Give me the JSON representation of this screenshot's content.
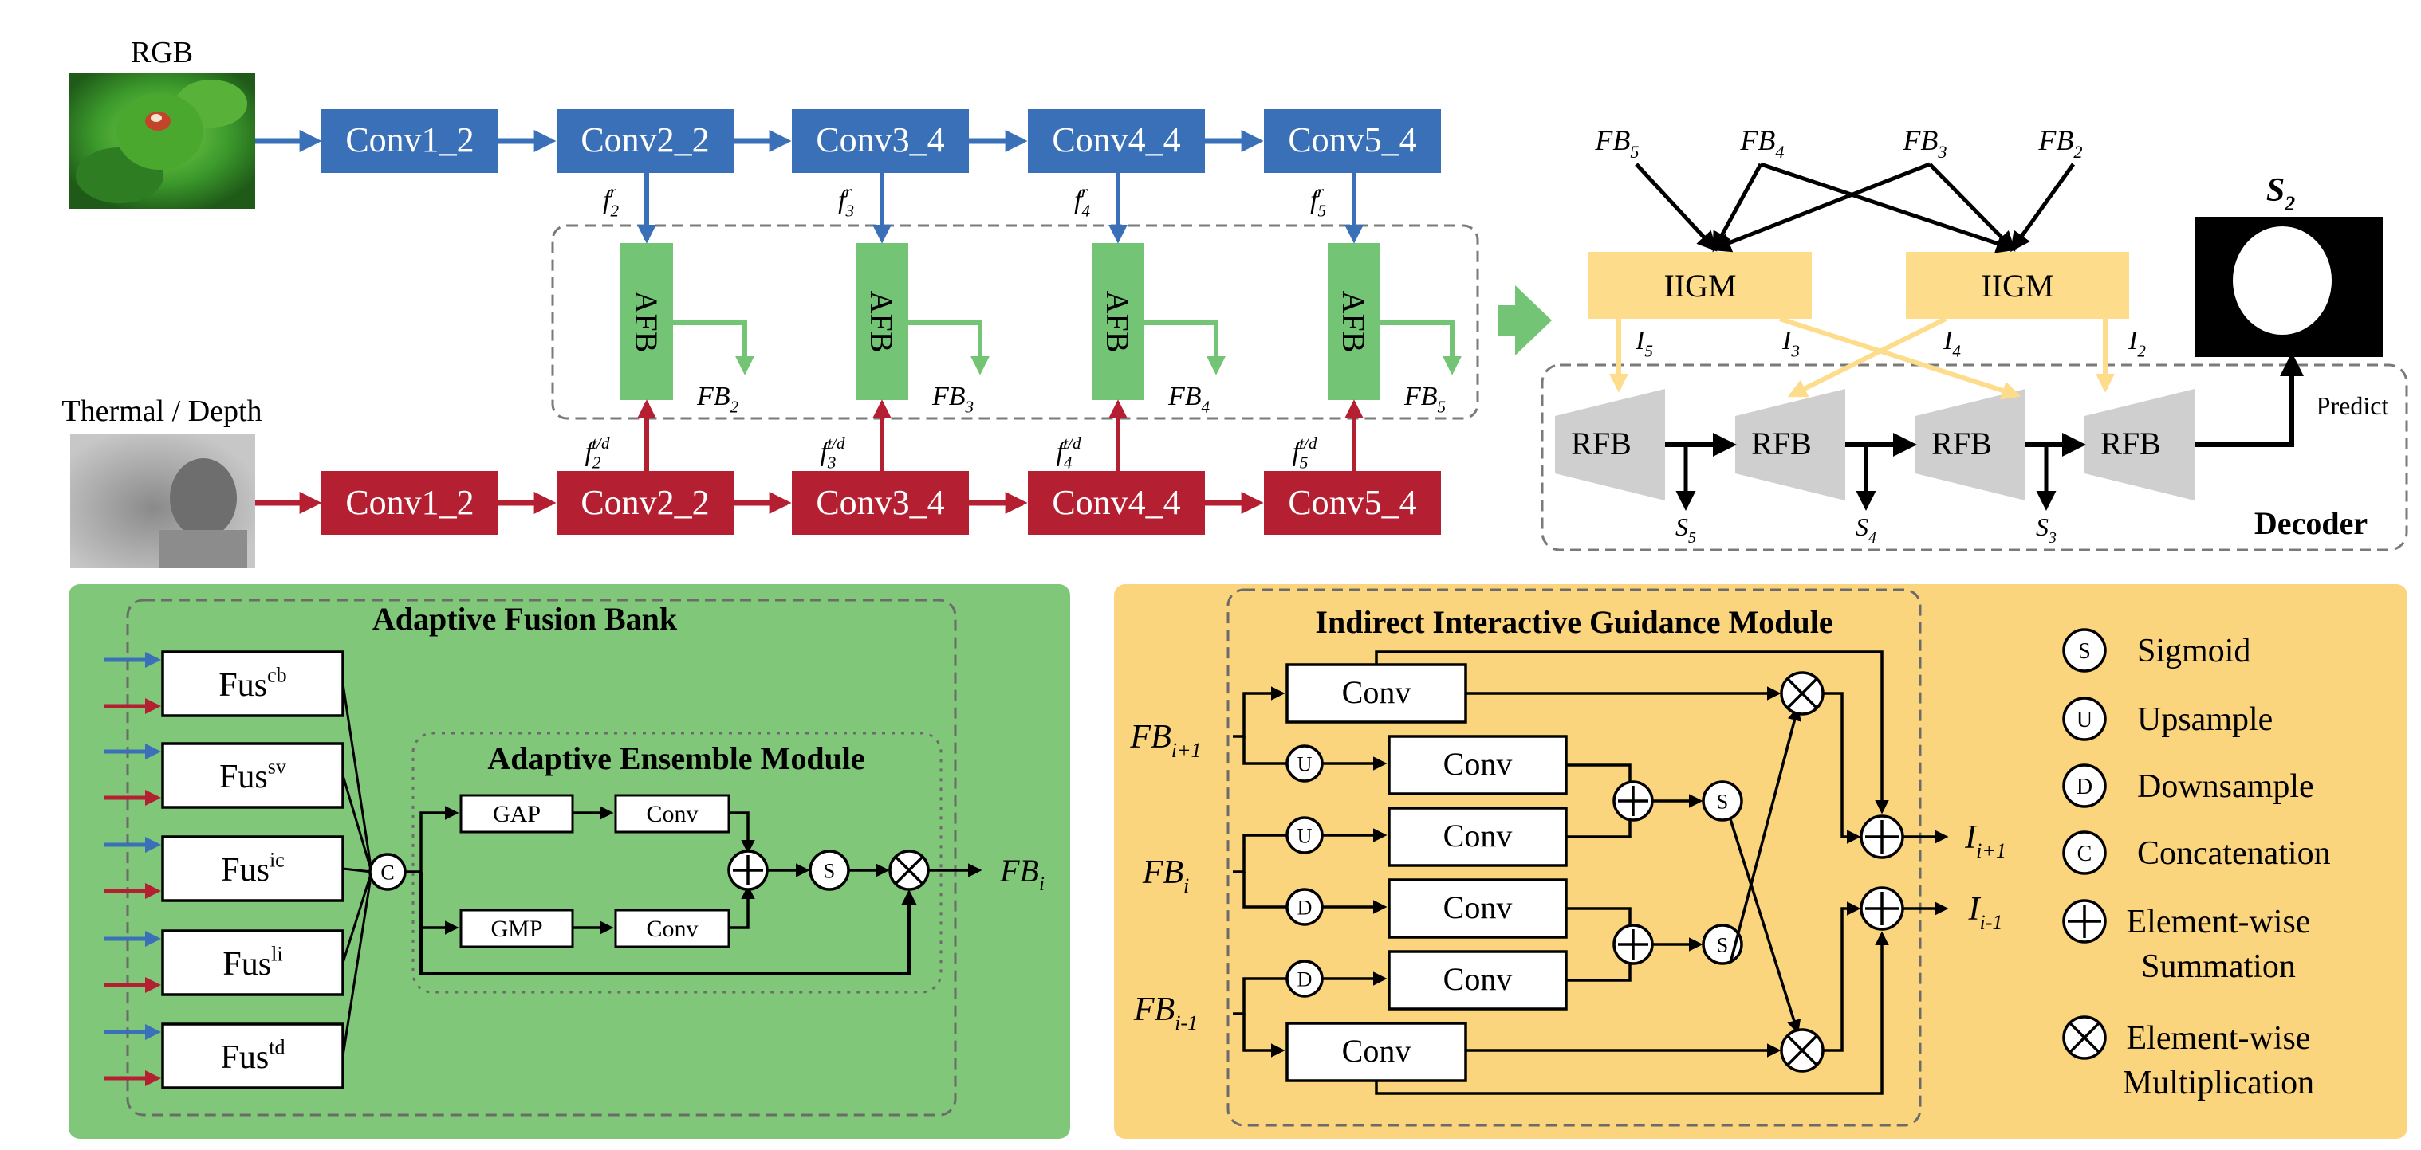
{
  "inputs": {
    "rgb_label": "RGB",
    "thermal_label": "Thermal / Depth"
  },
  "encoder": {
    "rgb_blocks": [
      "Conv1_2",
      "Conv2_2",
      "Conv3_4",
      "Conv4_4",
      "Conv5_4"
    ],
    "td_blocks": [
      "Conv1_2",
      "Conv2_2",
      "Conv3_4",
      "Conv4_4",
      "Conv5_4"
    ],
    "afb_label": "AFB",
    "rgb_features": [
      {
        "base": "f",
        "sub": "2",
        "sup": "r"
      },
      {
        "base": "f",
        "sub": "3",
        "sup": "r"
      },
      {
        "base": "f",
        "sub": "4",
        "sup": "r"
      },
      {
        "base": "f",
        "sub": "5",
        "sup": "r"
      }
    ],
    "td_features": [
      {
        "base": "f",
        "sub": "2",
        "sup": "t/d"
      },
      {
        "base": "f",
        "sub": "3",
        "sup": "t/d"
      },
      {
        "base": "f",
        "sub": "4",
        "sup": "t/d"
      },
      {
        "base": "f",
        "sub": "5",
        "sup": "t/d"
      }
    ],
    "fb_outputs": [
      {
        "base": "FB",
        "sub": "2"
      },
      {
        "base": "FB",
        "sub": "3"
      },
      {
        "base": "FB",
        "sub": "4"
      },
      {
        "base": "FB",
        "sub": "5"
      }
    ]
  },
  "decoder": {
    "fb_inputs": [
      {
        "base": "FB",
        "sub": "5"
      },
      {
        "base": "FB",
        "sub": "4"
      },
      {
        "base": "FB",
        "sub": "3"
      },
      {
        "base": "FB",
        "sub": "2"
      }
    ],
    "iigm_label": "IIGM",
    "i_labels": [
      {
        "base": "I",
        "sub": "5"
      },
      {
        "base": "I",
        "sub": "3"
      },
      {
        "base": "I",
        "sub": "4"
      },
      {
        "base": "I",
        "sub": "2"
      }
    ],
    "rfb_label": "RFB",
    "s_labels": [
      {
        "base": "S",
        "sub": "5"
      },
      {
        "base": "S",
        "sub": "4"
      },
      {
        "base": "S",
        "sub": "3"
      }
    ],
    "final_output": {
      "base": "S",
      "sub": "2"
    },
    "predict_label": "Predict",
    "title": "Decoder"
  },
  "afb_panel": {
    "title": "Adaptive Fusion Bank",
    "fusions": [
      {
        "base": "Fus",
        "sup": "cb"
      },
      {
        "base": "Fus",
        "sup": "sv"
      },
      {
        "base": "Fus",
        "sup": "ic"
      },
      {
        "base": "Fus",
        "sup": "li"
      },
      {
        "base": "Fus",
        "sup": "td"
      }
    ],
    "concat_symbol": "C",
    "aem_title": "Adaptive Ensemble Module",
    "gap_label": "GAP",
    "gmp_label": "GMP",
    "conv_label": "Conv",
    "sigmoid_symbol": "S",
    "output": {
      "base": "FB",
      "sub": "i"
    }
  },
  "iigm_panel": {
    "title": "Indirect Interactive Guidance Module",
    "inputs": [
      {
        "base": "FB",
        "sub": "i+1"
      },
      {
        "base": "FB",
        "sub": "i"
      },
      {
        "base": "FB",
        "sub": "i-1"
      }
    ],
    "conv_label": "Conv",
    "upsample_symbol": "U",
    "downsample_symbol": "D",
    "sigmoid_symbol": "S",
    "outputs": [
      {
        "base": "I",
        "sub": "i+1"
      },
      {
        "base": "I",
        "sub": "i-1"
      }
    ]
  },
  "legend": [
    {
      "symbol": "S",
      "line1": "Sigmoid",
      "line2": ""
    },
    {
      "symbol": "U",
      "line1": "Upsample",
      "line2": ""
    },
    {
      "symbol": "D",
      "line1": "Downsample",
      "line2": ""
    },
    {
      "symbol": "C",
      "line1": "Concatenation",
      "line2": ""
    },
    {
      "symbol": "plus",
      "line1": "Element-wise",
      "line2": "Summation"
    },
    {
      "symbol": "times",
      "line1": "Element-wise",
      "line2": "Multiplication"
    }
  ],
  "colors": {
    "rgb_blue": "#3a70b8",
    "td_red": "#b51f32",
    "afb_green": "#74c476",
    "iigm_yellow": "#fddc8c",
    "panel_green": "#80c77a",
    "panel_yellow": "#fbd57d",
    "rfb_gray": "#cfcfcf"
  }
}
